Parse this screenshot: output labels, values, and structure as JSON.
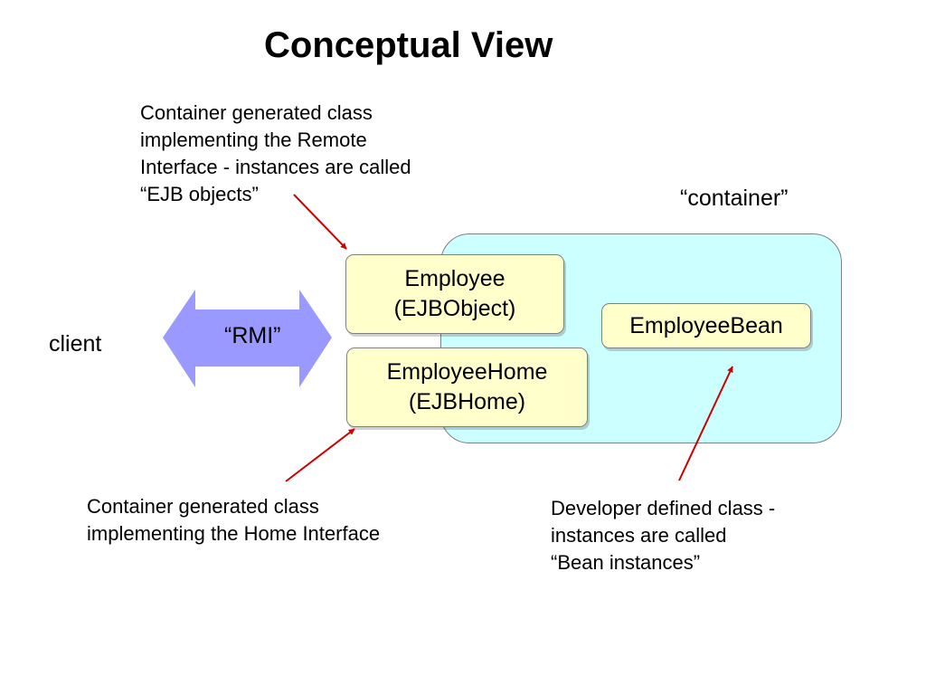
{
  "title": "Conceptual View",
  "container_label": "“container”",
  "client_label": "client",
  "rmi_label": "“RMI”",
  "boxes": {
    "employee": {
      "line1": "Employee",
      "line2": "(EJBObject)"
    },
    "home": {
      "line1": "EmployeeHome",
      "line2": "(EJBHome)"
    },
    "bean": {
      "line1": "EmployeeBean"
    }
  },
  "notes": {
    "ejb_object": [
      "Container generated class",
      "implementing the Remote",
      "Interface - instances are called",
      "“EJB objects”"
    ],
    "home": [
      "Container generated class",
      "implementing the Home Interface"
    ],
    "bean": [
      "Developer defined class -",
      "instances are called",
      "“Bean instances”"
    ]
  },
  "colors": {
    "container_fill": "#ccffff",
    "class_box_fill": "#ffffcc",
    "rmi_arrow_fill": "#9999ff",
    "pointer_arrow": "#cc0000"
  }
}
